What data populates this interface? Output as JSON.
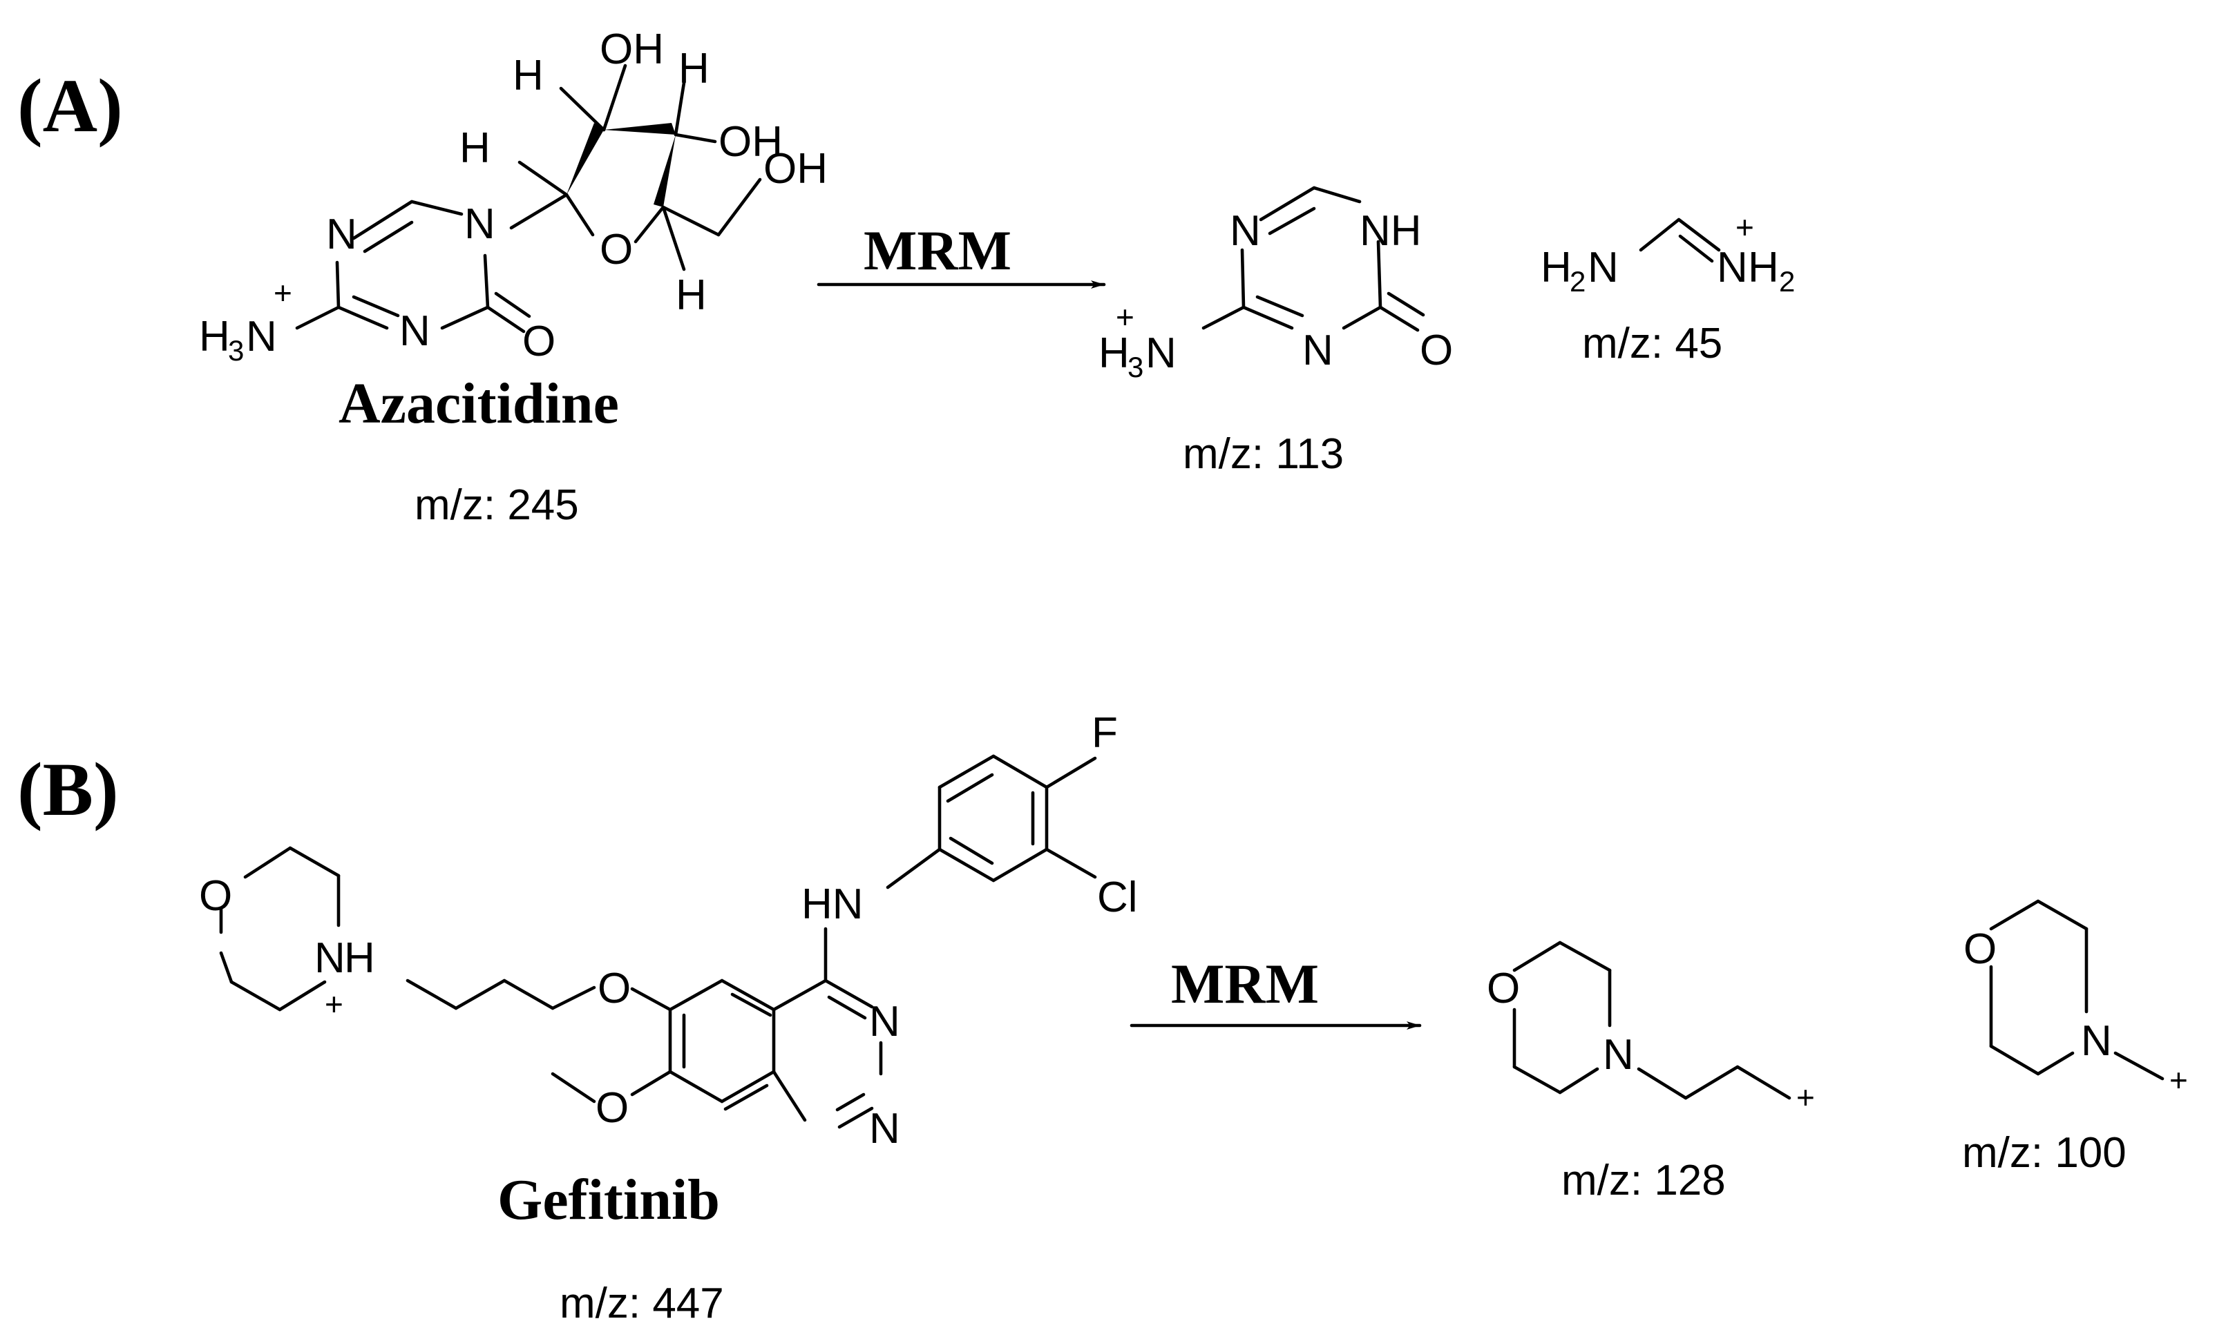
{
  "panel_a": {
    "label": "(A)",
    "parent": {
      "name": "Azacitidine",
      "mz": "m/z: 245"
    },
    "arrow_label": "MRM",
    "fragments": [
      {
        "mz": "m/z: 113"
      },
      {
        "mz": "m/z: 45"
      }
    ]
  },
  "panel_b": {
    "label": "(B)",
    "parent": {
      "name": "Gefitinib",
      "mz": "m/z: 447"
    },
    "arrow_label": "MRM",
    "fragments": [
      {
        "mz": "m/z: 128"
      },
      {
        "mz": "m/z: 100"
      }
    ]
  },
  "atoms": {
    "N": "N",
    "O": "O",
    "H": "H",
    "OH": "OH",
    "NH": "NH",
    "HN": "HN",
    "F": "F",
    "Cl": "Cl",
    "plus": "+",
    "three": "3",
    "two": "2"
  }
}
